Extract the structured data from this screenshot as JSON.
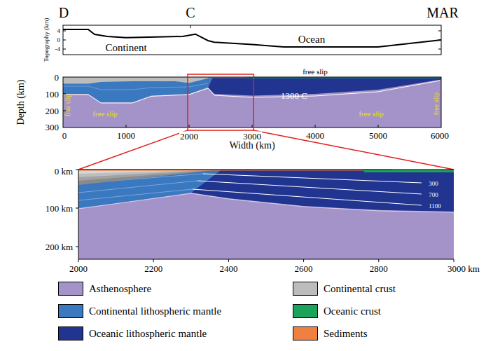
{
  "diagram": {
    "labels": [
      "D",
      "C",
      "MAR",
      "Topography (km)",
      "4",
      "0",
      "-4",
      "Continent",
      "Ocean",
      "free slip",
      "free slip",
      "free slip",
      "free slip",
      "free slip",
      "1300 C",
      "0",
      "100",
      "200",
      "300",
      "Depth (km)",
      "0",
      "1000",
      "2000",
      "3000",
      "4000",
      "5000",
      "6000",
      "Width (km)",
      "0 km",
      "100 km",
      "200 km",
      "300",
      "700",
      "1100",
      "2000",
      "2200",
      "2400",
      "2600",
      "2800",
      "3000 km"
    ],
    "legend": [
      {
        "text": "Asthenosphere",
        "color": "#a393c8"
      },
      {
        "text": "Continental crust",
        "color": "#bcbcbc"
      },
      {
        "text": "Continental lithospheric mantle",
        "color": "#3a78c0"
      },
      {
        "text": "Oceanic crust",
        "color": "#1aa35a"
      },
      {
        "text": "Oceanic lithospheric mantle",
        "color": "#21348f"
      },
      {
        "text": "Sediments",
        "color": "#f08040"
      }
    ]
  }
}
